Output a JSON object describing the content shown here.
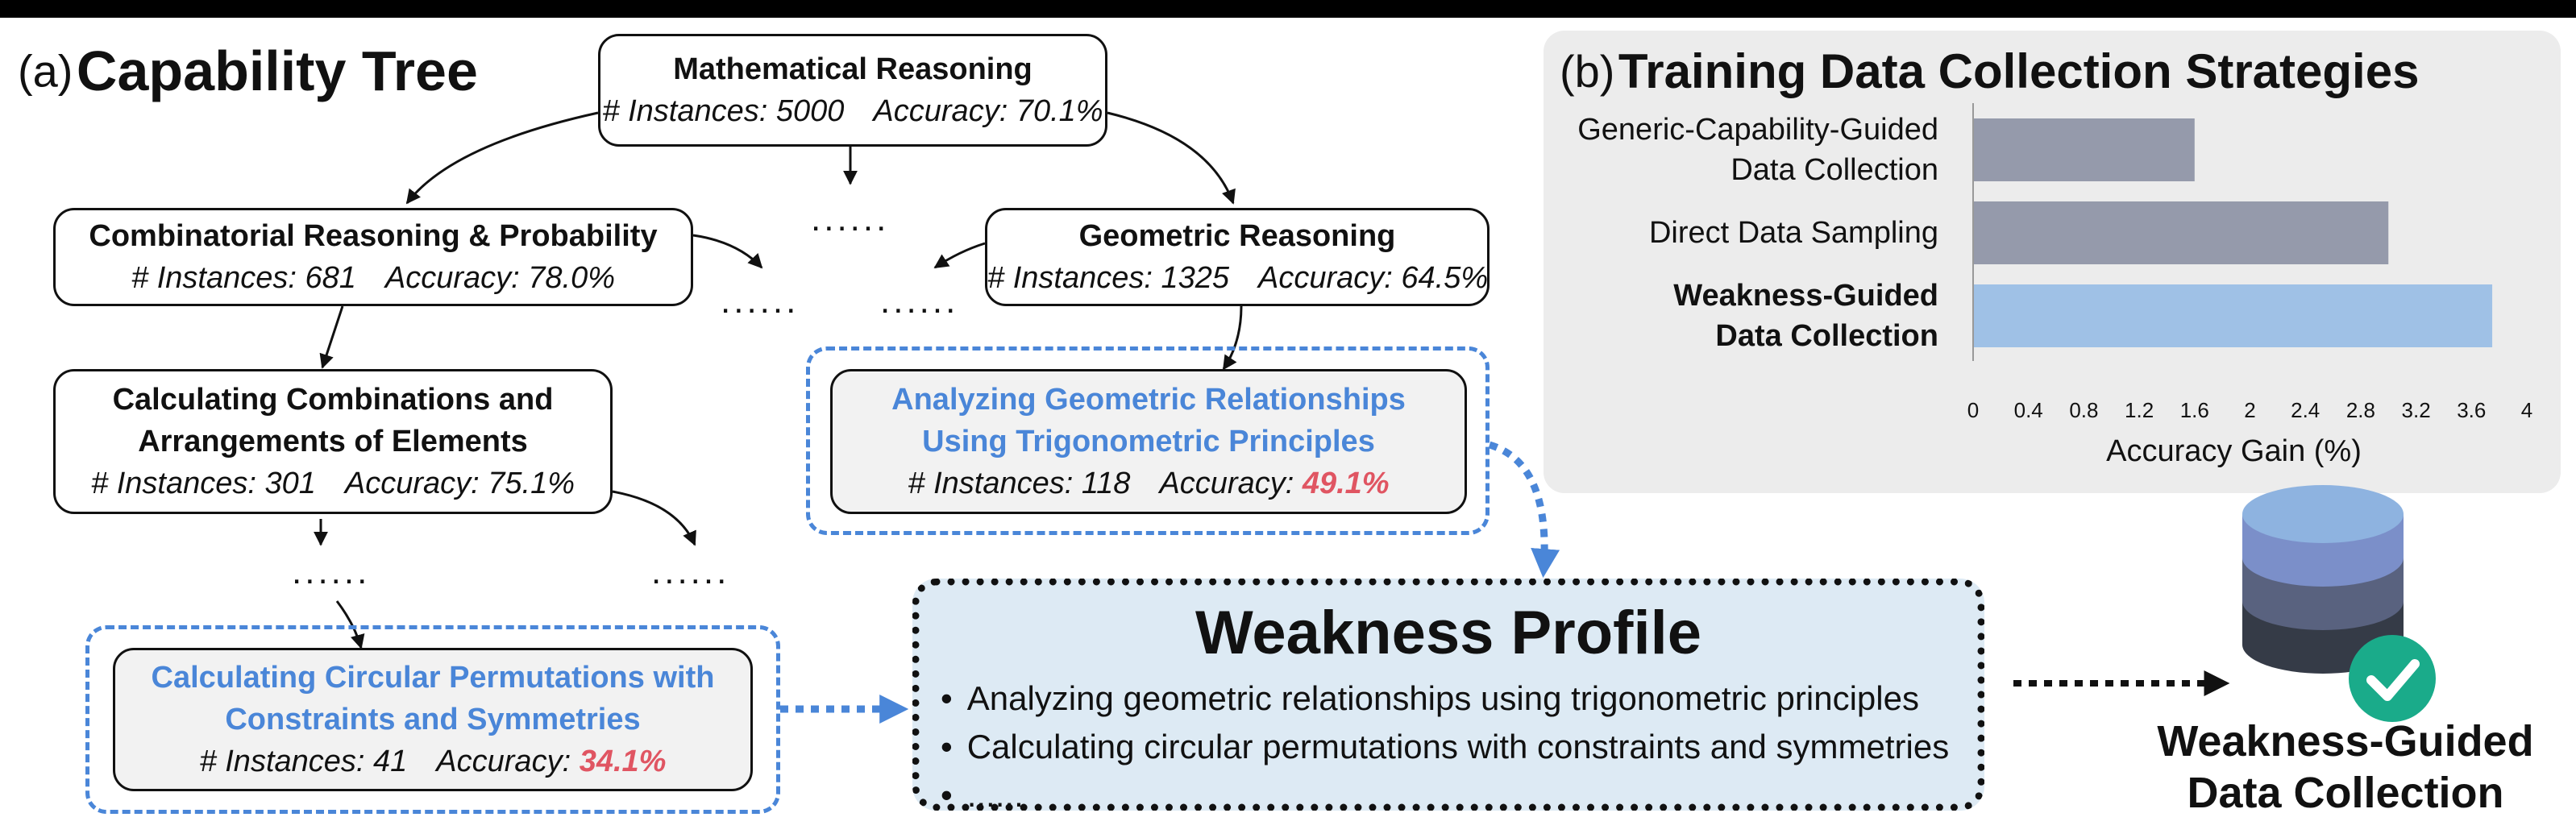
{
  "panel_a": {
    "label": "(a)",
    "title": "Capability Tree",
    "root": {
      "title": "Mathematical Reasoning",
      "instances": "# Instances: 5000",
      "accuracy": "Accuracy: 70.1%"
    },
    "combinatorial": {
      "title": "Combinatorial Reasoning & Probability",
      "instances": "# Instances: 681",
      "accuracy": "Accuracy: 78.0%"
    },
    "geometric": {
      "title": "Geometric Reasoning",
      "instances": "# Instances: 1325",
      "accuracy": "Accuracy: 64.5%"
    },
    "combinations": {
      "title_line1": "Calculating Combinations and",
      "title_line2": "Arrangements of Elements",
      "instances": "# Instances: 301",
      "accuracy": "Accuracy: 75.1%"
    },
    "trig": {
      "title_line1": "Analyzing Geometric Relationships",
      "title_line2": "Using Trigonometric Principles",
      "instances": "# Instances: 118",
      "accuracy_label": "Accuracy:",
      "accuracy_value": "49.1%"
    },
    "circular": {
      "title_line1": "Calculating Circular Permutations with",
      "title_line2": "Constraints and Symmetries",
      "instances": "# Instances: 41",
      "accuracy_label": "Accuracy:",
      "accuracy_value": "34.1%"
    },
    "ellipsis": "......"
  },
  "panel_b": {
    "label": "(b)",
    "title": "Training Data Collection Strategies",
    "chart_data": {
      "type": "bar",
      "orientation": "horizontal",
      "categories": [
        "Generic-Capability-Guided Data Collection",
        "Direct Data Sampling",
        "Weakness-Guided Data Collection"
      ],
      "values": [
        1.6,
        3.0,
        3.75
      ],
      "xlabel": "Accuracy Gain (%)",
      "xlim": [
        0,
        4
      ],
      "xticks": [
        "0",
        "0.4",
        "0.8",
        "1.2",
        "1.6",
        "2",
        "2.4",
        "2.8",
        "3.2",
        "3.6",
        "4"
      ],
      "label_lines": [
        [
          "Generic-Capability-Guided",
          "Data Collection"
        ],
        [
          "Direct Data Sampling"
        ],
        [
          "Weakness-Guided",
          "Data Collection"
        ]
      ],
      "colors": [
        "#959aab",
        "#959aab",
        "#9fc1e6"
      ],
      "grid": false
    }
  },
  "profile": {
    "title": "Weakness Profile",
    "items": [
      "Analyzing geometric relationships using trigonometric principles",
      "Calculating circular permutations with constraints and symmetries",
      "......"
    ]
  },
  "output": {
    "label_line1": "Weakness-Guided",
    "label_line2": "Data Collection",
    "db_colors": [
      "#8eb3e0",
      "#7b8fc9",
      "#59627f",
      "#353b47"
    ],
    "check_color": "#1aab8a"
  }
}
